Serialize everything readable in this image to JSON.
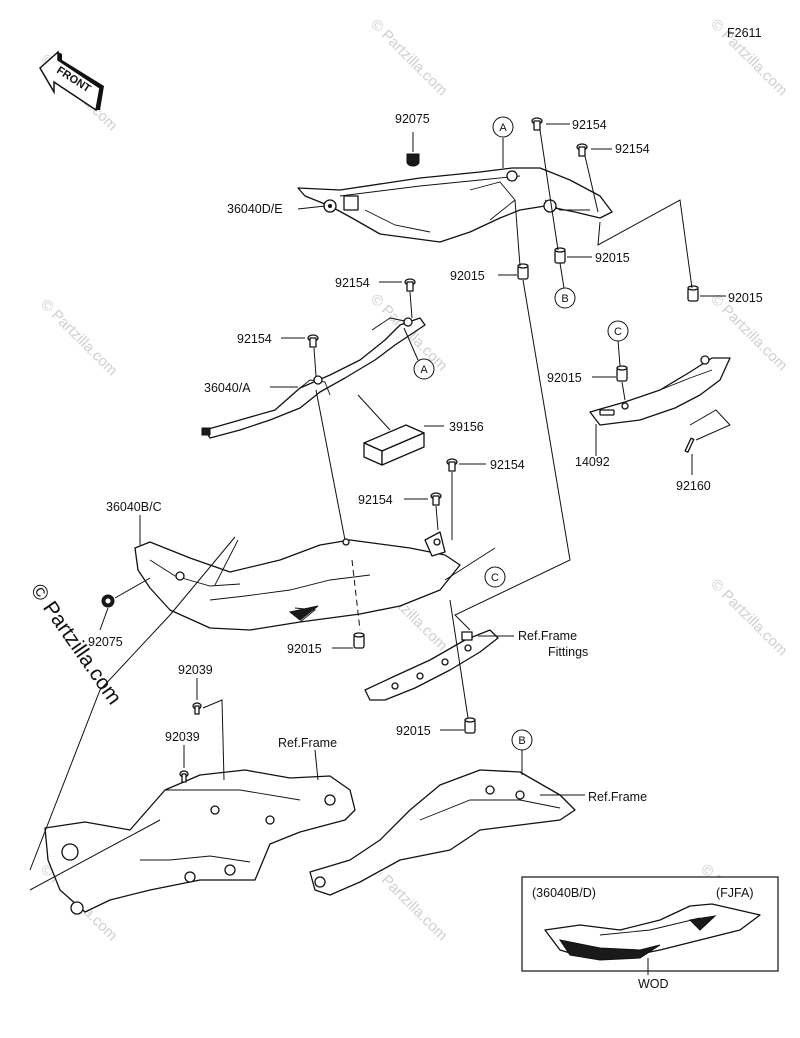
{
  "figure_id": "F2611",
  "front_label": "FRONT",
  "watermark": "© Partzilla.com",
  "copyright_text": "© Partzilla.com",
  "part_labels": {
    "p92075_top": "92075",
    "p36040de": "36040D/E",
    "p92154_a": "92154",
    "p92154_b": "92154",
    "p92015_a": "92015",
    "p92015_b": "92015",
    "p92015_c": "92015",
    "p92154_c": "92154",
    "p92154_d": "92154",
    "p36040a": "36040/A",
    "p39156": "39156",
    "p92015_d": "92015",
    "p14092": "14092",
    "p92160": "92160",
    "p92154_e": "92154",
    "p92154_f": "92154",
    "p36040bc": "36040B/C",
    "p92075_bot": "92075",
    "p92015_e": "92015",
    "p92039_a": "92039",
    "p92039_b": "92039",
    "p92015_f": "92015",
    "ref_frame_fittings_1": "Ref.Frame",
    "ref_frame_fittings_2": "Fittings",
    "ref_frame_left": "Ref.Frame",
    "ref_frame_right": "Ref.Frame"
  },
  "callouts": {
    "a1": "A",
    "a2": "A",
    "b1": "B",
    "b2": "B",
    "c1": "C",
    "c2": "C"
  },
  "inset": {
    "part_ref": "(36040B/D)",
    "market": "(FJFA)",
    "color_code": "WOD"
  }
}
